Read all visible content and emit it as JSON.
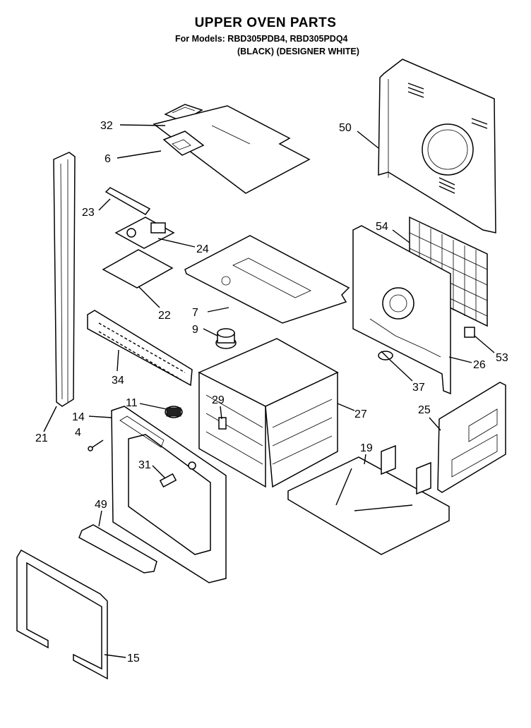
{
  "header": {
    "title": "UPPER OVEN PARTS",
    "models_line": "For Models: RBD305PDB4, RBD305PDQ4",
    "variants_line": "(BLACK)  (DESIGNER WHITE)"
  },
  "callouts": {
    "c32": "32",
    "c6": "6",
    "c50": "50",
    "c23": "23",
    "c24": "24",
    "c54": "54",
    "c22": "22",
    "c7": "7",
    "c9": "9",
    "c53": "53",
    "c34": "34",
    "c26": "26",
    "c37": "37",
    "c11": "11",
    "c29": "29",
    "c27": "27",
    "c14": "14",
    "c25": "25",
    "c4": "4",
    "c21": "21",
    "c19": "19",
    "c31": "31",
    "c49": "49",
    "c15": "15"
  }
}
